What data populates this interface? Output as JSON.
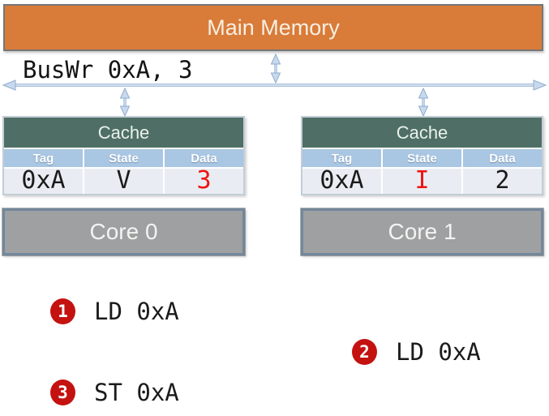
{
  "memory": {
    "label": "Main Memory"
  },
  "bus": {
    "label": "BusWr 0xA, 3"
  },
  "caches": [
    {
      "title": "Cache",
      "columns": [
        "Tag",
        "State",
        "Data"
      ],
      "row": [
        {
          "text": "0xA",
          "color": "#1b1b1b"
        },
        {
          "text": "V",
          "color": "#1b1b1b"
        },
        {
          "text": "3",
          "color": "#ee1312"
        }
      ]
    },
    {
      "title": "Cache",
      "columns": [
        "Tag",
        "State",
        "Data"
      ],
      "row": [
        {
          "text": "0xA",
          "color": "#1b1b1b"
        },
        {
          "text": "I",
          "color": "#ee1312"
        },
        {
          "text": "2",
          "color": "#1b1b1b"
        }
      ]
    }
  ],
  "cores": [
    {
      "label": "Core 0"
    },
    {
      "label": "Core 1"
    }
  ],
  "steps": [
    {
      "num": "1",
      "label": "LD 0xA"
    },
    {
      "num": "2",
      "label": "LD 0xA"
    },
    {
      "num": "3",
      "label": "ST 0xA"
    }
  ],
  "colors": {
    "memory_fill": "#d97b39",
    "cache_header_fill": "#4f6f66",
    "column_header_fill": "#a9c6e2",
    "row_fill": "#e9edf3",
    "core_fill": "#9fa0a2",
    "core_border": "#72879b",
    "arrow_fill": "#c9d9ec",
    "arrow_stroke": "#8fadd0",
    "badge_fill": "#c41210",
    "highlight_red": "#ee1312"
  }
}
